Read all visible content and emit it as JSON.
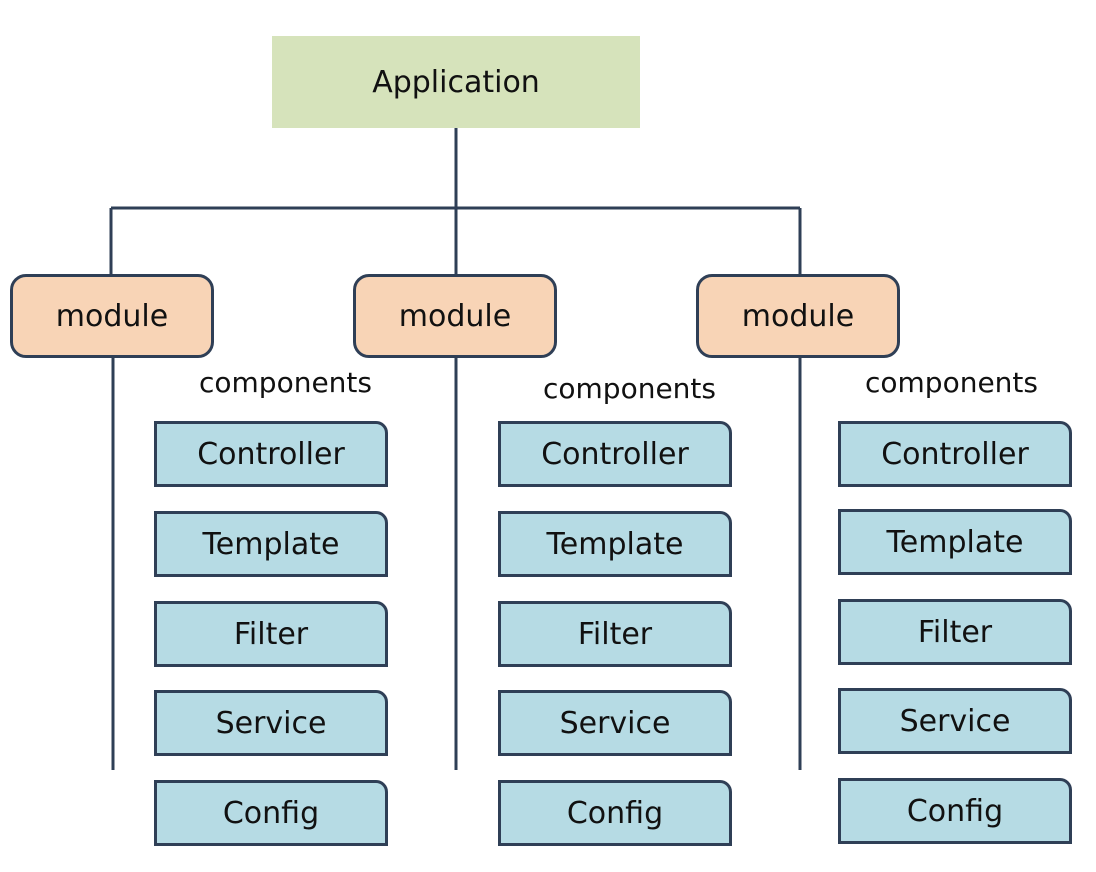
{
  "application": {
    "label": "Application"
  },
  "modules": [
    {
      "label": "module",
      "components_label": "components",
      "components": [
        "Controller",
        "Template",
        "Filter",
        "Service",
        "Config"
      ]
    },
    {
      "label": "module",
      "components_label": "components",
      "components": [
        "Controller",
        "Template",
        "Filter",
        "Service",
        "Config"
      ]
    },
    {
      "label": "module",
      "components_label": "components",
      "components": [
        "Controller",
        "Template",
        "Filter",
        "Service",
        "Config"
      ]
    }
  ],
  "colors": {
    "application_fill": "#d6e3bb",
    "module_fill": "#f8d4b6",
    "component_fill": "#b6dbe4",
    "line": "#2f3f56"
  }
}
